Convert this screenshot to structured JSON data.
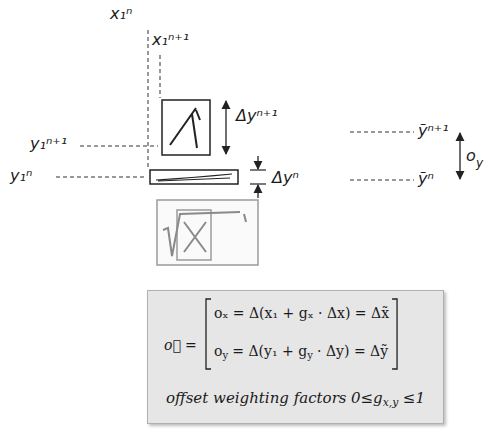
{
  "diagram": {
    "nodes": [
      {
        "text": [
          "o⃗",
          "=",
          "oₓ = Δ(x₁ + gₓ · Δx) = Δx̃",
          "o",
          "y",
          "= Δ(y₁ + g",
          "y",
          "· Δy) = Δỹ",
          "offset weighting factors",
          "0≤g",
          "x,y",
          "≤1"
        ]
      }
    ],
    "labels": [
      "x₁ⁿ",
      "x₁ⁿ⁺¹",
      "y₁ⁿ⁺¹",
      "Δyⁿ⁺¹",
      "ỹⁿ⁺¹",
      "o",
      "y",
      "y₁ⁿ",
      "Δyⁿ",
      "ỹⁿ"
    ]
  }
}
